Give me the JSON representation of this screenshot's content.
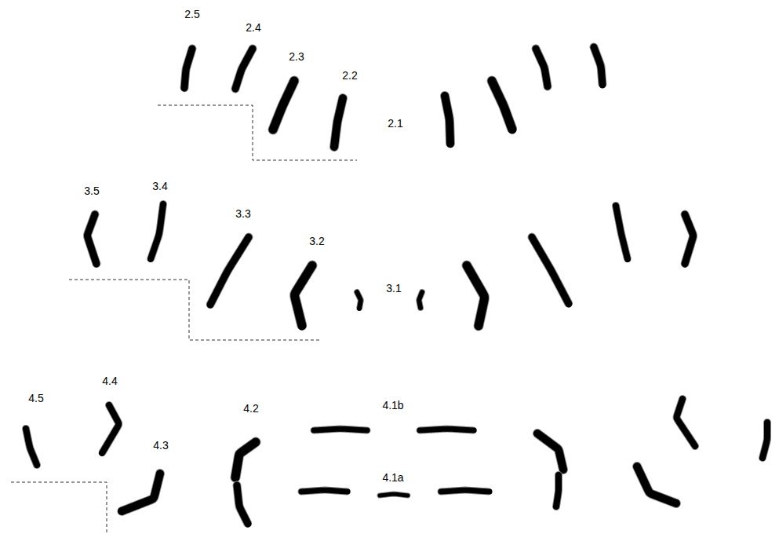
{
  "diagram": {
    "labels": [
      "2.5",
      "2.4",
      "2.3",
      "2.2",
      "2.1",
      "3.5",
      "3.4",
      "3.3",
      "3.2",
      "3.1",
      "4.5",
      "4.4",
      "4.3",
      "4.2",
      "4.1b",
      "4.1a"
    ]
  }
}
